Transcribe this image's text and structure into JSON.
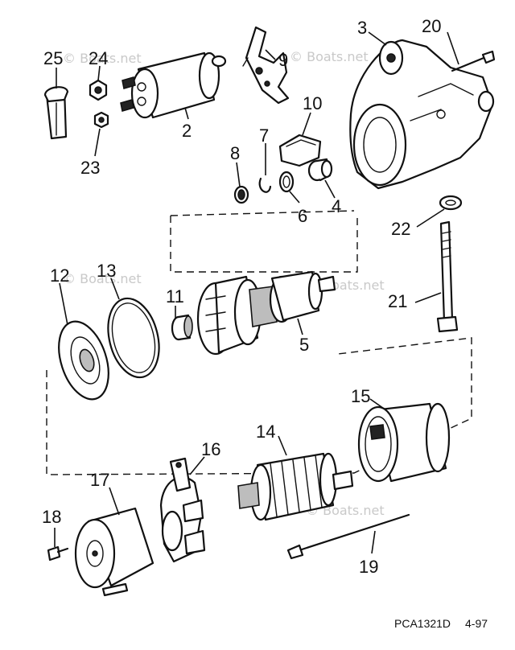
{
  "diagram": {
    "callouts": {
      "c1": "2",
      "c2": "3",
      "c3": "4",
      "c4": "5",
      "c5": "6",
      "c6": "7",
      "c7": "8",
      "c8": "9",
      "c9": "10",
      "c10": "11",
      "c11": "12",
      "c12": "13",
      "c13": "14",
      "c14": "15",
      "c15": "16",
      "c16": "17",
      "c17": "18",
      "c18": "19",
      "c19": "20",
      "c20": "21",
      "c21": "22",
      "c22": "23",
      "c23": "24",
      "c24": "25"
    },
    "watermark": "© Boats.net",
    "footer": {
      "code": "PCA1321D",
      "date": "4-97"
    }
  }
}
